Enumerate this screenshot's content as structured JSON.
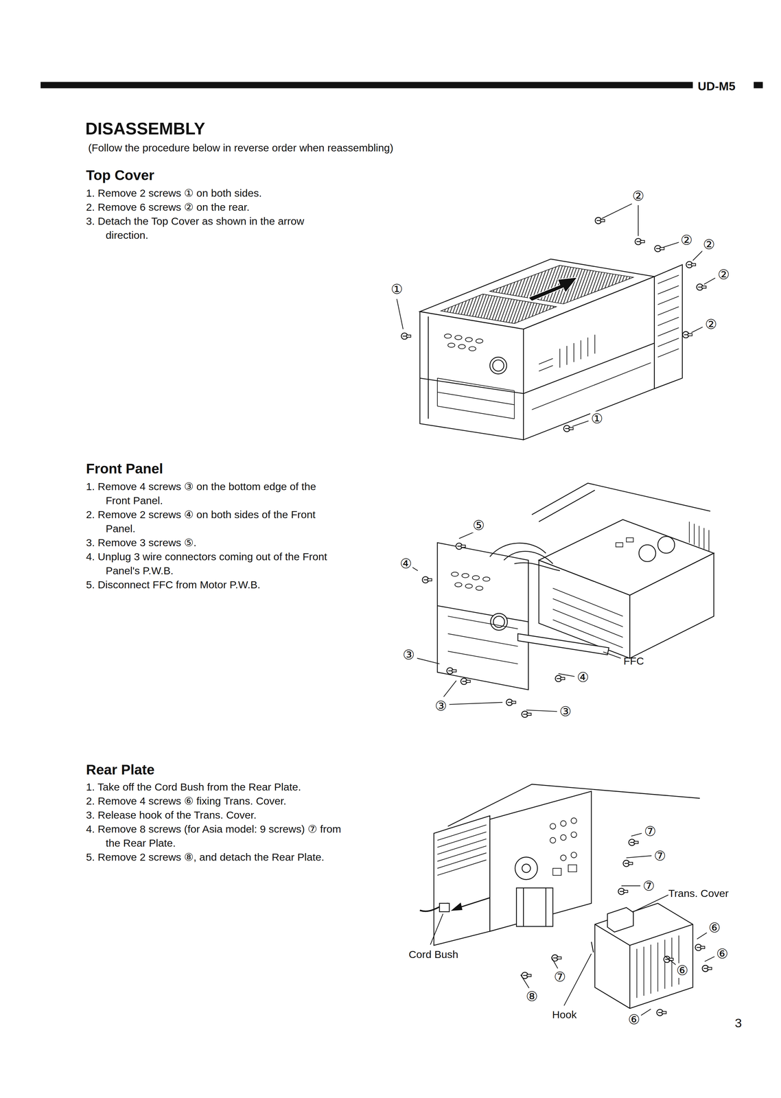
{
  "diagram": {
    "title": "DISASSEMBLY",
    "labels": [
      "UD-M5",
      "(Follow the procedure below in reverse order when reassembling)",
      "Top Cover",
      "1. Remove 2 screws ① on both sides.",
      "2. Remove 6 screws ② on the rear.",
      "3. Detach the Top Cover as shown in the arrow direction.",
      "②",
      "②",
      "②",
      "②",
      "②",
      "①",
      "①",
      "Front Panel",
      "1. Remove 4 screws ③ on the bottom edge of the Front Panel.",
      "2. Remove 2 screws ④ on both sides of the Front Panel.",
      "3. Remove 3 screws ⑤.",
      "4. Unplug 3 wire connectors coming out of the Front Panel's P.W.B.",
      "5. Disconnect FFC from Motor P.W.B.",
      "⑤",
      "④",
      "④",
      "③",
      "③",
      "③",
      "FFC",
      "Rear Plate",
      "1. Take off the Cord Bush from the Rear Plate.",
      "2. Remove 4 screws ⑥ fixing Trans. Cover.",
      "3. Release hook of the Trans. Cover.",
      "4. Remove 8 screws (for Asia model: 9 screws) ⑦ from the Rear Plate.",
      "5. Remove 2 screws ⑧, and detach the Rear Plate.",
      "⑦",
      "⑦",
      "⑦",
      "Trans. Cover",
      "⑥",
      "⑥",
      "⑥",
      "⑥",
      "Cord Bush",
      "⑦",
      "⑧",
      "Hook",
      "3"
    ]
  }
}
